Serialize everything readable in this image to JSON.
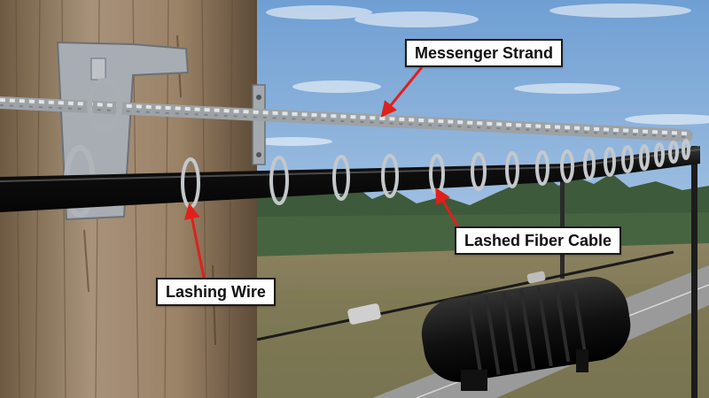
{
  "labels": {
    "messenger_strand": "Messenger Strand",
    "lashed_fiber_cable": "Lashed Fiber Cable",
    "lashing_wire": "Lashing Wire"
  },
  "colors": {
    "sky_top": "#6f9fd3",
    "sky_bottom": "#c9dbee",
    "pole_wood": "#a08a6c",
    "cable_black": "#141414",
    "strand_steel": "#bfc3c6",
    "pointer_red": "#e0201b",
    "grass": "#9c8f6a",
    "trees": "#3d5a3a",
    "road": "#9a9a9a"
  },
  "objects": [
    "utility-pole",
    "pole-bracket",
    "messenger-strand",
    "fiber-cable",
    "lashing-wire-coils",
    "splice-enclosure",
    "distant-pole",
    "road",
    "tree-line"
  ]
}
